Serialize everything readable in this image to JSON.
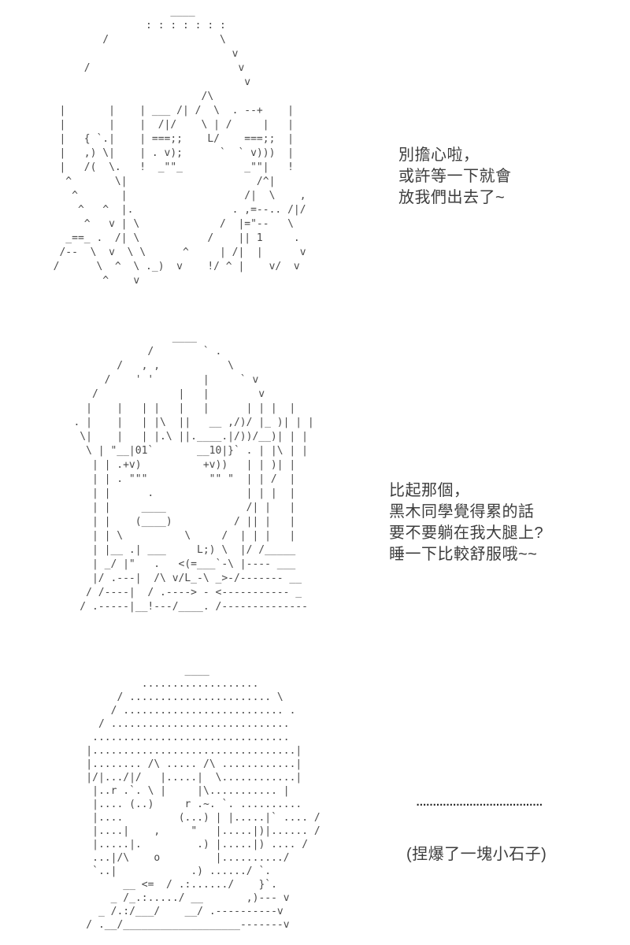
{
  "page": {
    "background_color": "#ffffff",
    "ink_color": "#4a4a4a",
    "text_color": "#3d3d3d"
  },
  "panels": [
    {
      "name": "panel-1",
      "art": "                     ____\n                 : : : : : : :\n          /                  \\\n                               v\n       /                        v\n                                 v\n                          /\\\n   |       |    | ___ /| /  \\  . --+    |\n   |       |    |  /|/    \\ | /     |   |\n   |   { `.|    | ===;;    L/    ===;;  |\n   |   ,) \\|    | . v);      `  ` v)))  |\n   |   /(  \\.   !  _\"\"_          _\"\"|   !\n    ^       \\|                     /^|\n     ^       |                   /|  \\    ,\n      ^   ^  |.                . ,=--.. /|/\n       ^   v | \\             /  |=\"--   \\\n    _==_ .  /| \\           /    || 1     .\n   /--  \\  v  \\ \\      ^     | /|  |      v\n  /      \\  ^  \\ ._)  v    !/ ^ |    v/  v\n          ^    v",
      "dialogue": {
        "lines": [
          "別擔心啦，",
          "或許等一下就會",
          "放我們出去了~"
        ]
      }
    },
    {
      "name": "panel-2",
      "art": "                   ____\n               /        ` .\n          /   , ,           \\\n        /    ' '        |     ` v\n      /             |   |        v\n     |    |   | |   |   |      | | |  |\n   . |    |   | |\\  ||   __ ,/)/ |_ )| | |\n    \\|    |   | |.\\ ||.____.|/))/__)| | |\n     \\ | \"__|01`       __10|}` . | |\\ | |\n      | | .+v)          +v))   | | )| |\n      | | . \"\"\"          \"\" \"  | | /  |\n      | |      .               | | |  |\n      | |     ____             /| |   |\n      | |    (____)          / || |   |\n      | | \\          \\     /  | | |   |\n      | |__ .| ___     L;) \\  |/ /_____\n      | _/ |\"   .   <(=___`-\\ |---- ___\n      |/ .---|  /\\ v/L_-\\ _>-/------- __\n     / /----|  / .----> - <----------- _\n    / .-----|__!---/____. /--------------",
      "dialogue": {
        "lines": [
          "比起那個，",
          "黑木同學覺得累的話",
          "要不要躺在我大腿上?",
          "睡一下比較舒服哦~~"
        ]
      }
    },
    {
      "name": "panel-3",
      "art": "                    ____\n             ...................\n         / ....................... \\\n        / .......................... .\n      / .............................\n     ................................\n    |.................................|\n    |........ /\\ ..... /\\ ............|\n    |/|.../|/   |.....|  \\............|\n     |..r .`. \\ |     |\\........... |\n     |.... (..)     r .~. `. ..........\n     |....         (...) | |.....|` .... /\n     |....|    ,     \"   |.....|)|...... /\n     |.....|.         .) |.....|) .... /\n     ...|/\\    o         |........../\n     `..|            .) ....../ `.\n          __ <=  / .:....../    }`.\n        _ /_.:...../ __       ,)--- v\n      _ /.:/___/    __/ .----------v\n    / .__/___________________-------v",
      "dialogue": {
        "silence_dots": "......................................",
        "action_caption": "(捏爆了一塊小石子)"
      }
    }
  ]
}
